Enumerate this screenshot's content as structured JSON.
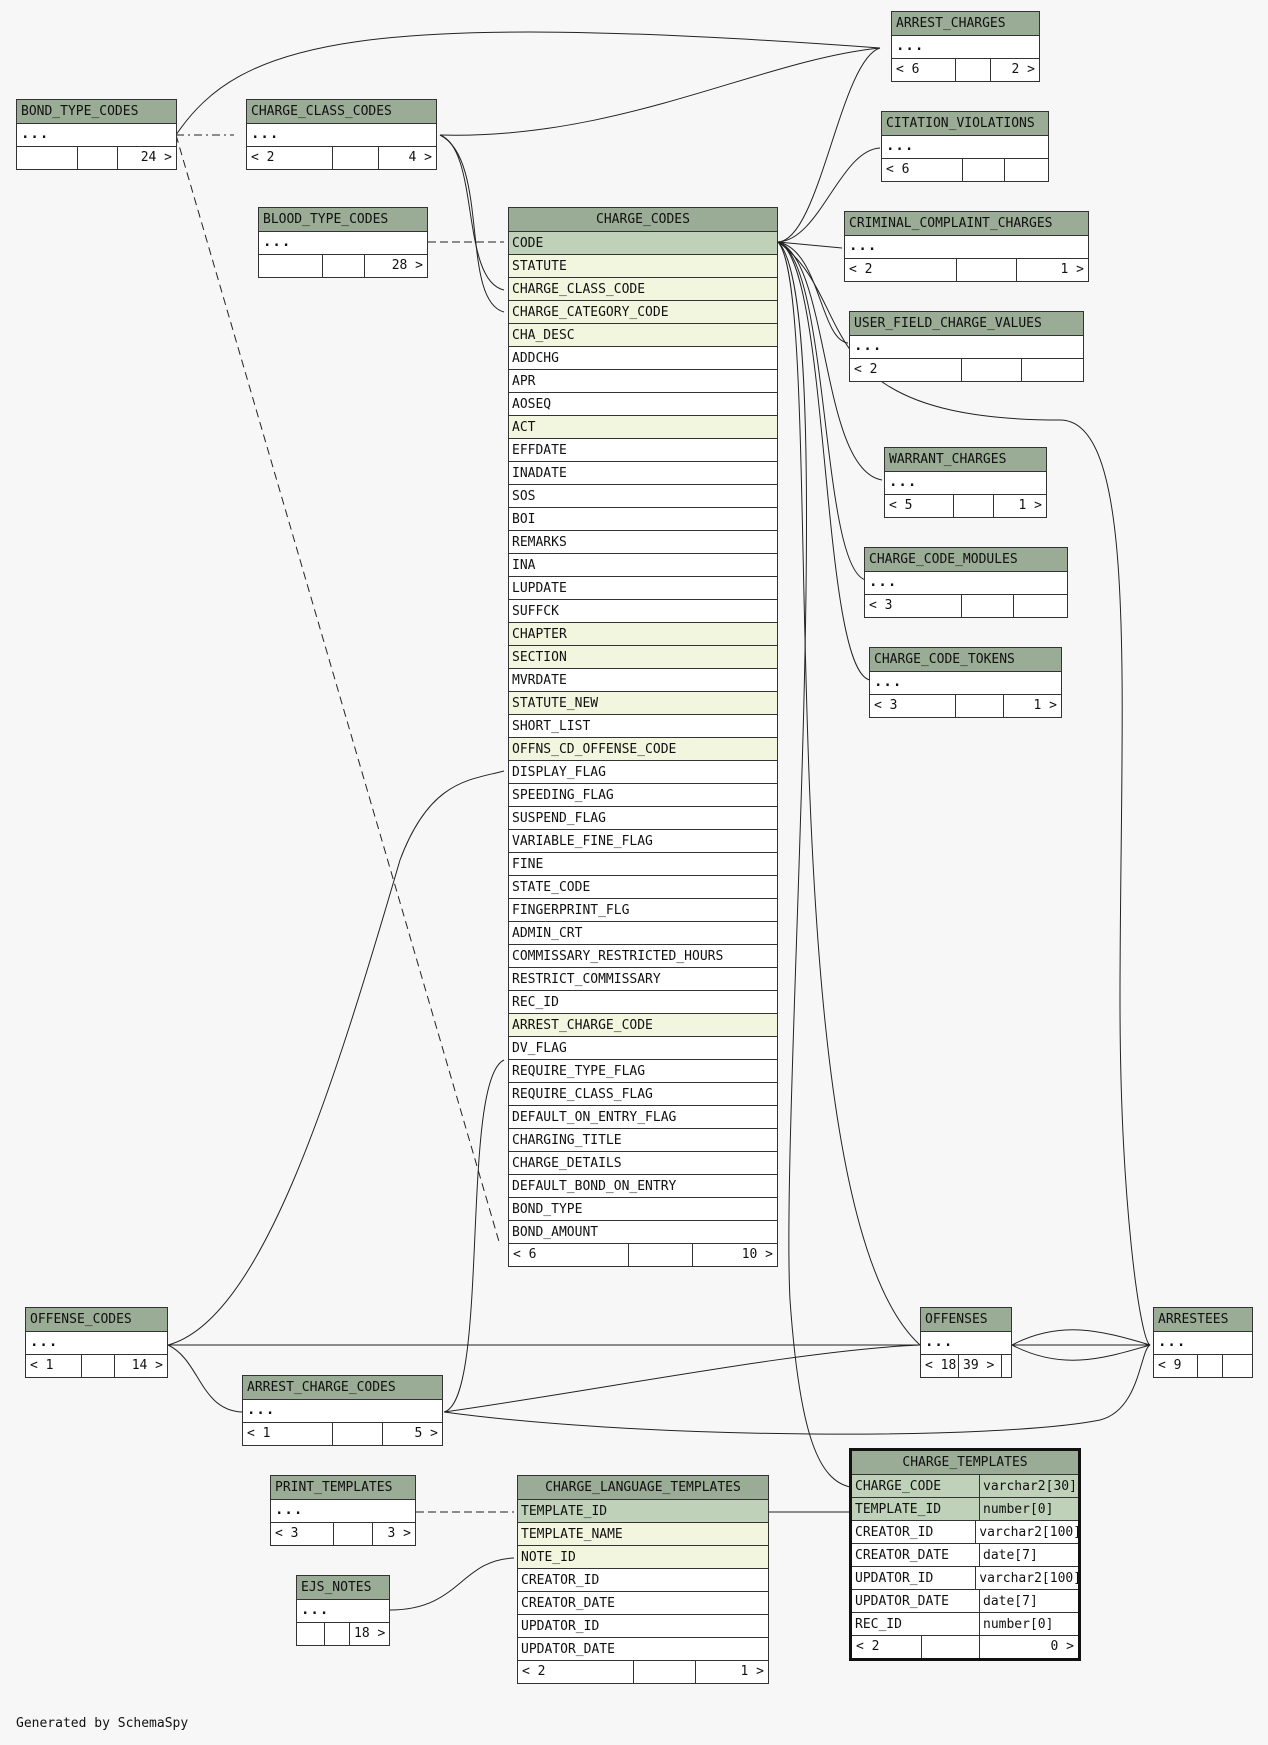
{
  "tables": {
    "arrest_charges": {
      "name": "ARREST_CHARGES",
      "placeholder": "...",
      "parents": "< 6",
      "mid": "",
      "children": "2 >"
    },
    "citation_violations": {
      "name": "CITATION_VIOLATIONS",
      "placeholder": "...",
      "parents": "< 6",
      "mid": "",
      "children": ""
    },
    "criminal_complaint_charges": {
      "name": "CRIMINAL_COMPLAINT_CHARGES",
      "placeholder": "...",
      "parents": "< 2",
      "mid": "",
      "children": "1 >"
    },
    "user_field_charge_values": {
      "name": "USER_FIELD_CHARGE_VALUES",
      "placeholder": "...",
      "parents": "< 2",
      "mid": "",
      "children": ""
    },
    "warrant_charges": {
      "name": "WARRANT_CHARGES",
      "placeholder": "...",
      "parents": "< 5",
      "mid": "",
      "children": "1 >"
    },
    "charge_code_modules": {
      "name": "CHARGE_CODE_MODULES",
      "placeholder": "...",
      "parents": "< 3",
      "mid": "",
      "children": ""
    },
    "charge_code_tokens": {
      "name": "CHARGE_CODE_TOKENS",
      "placeholder": "...",
      "parents": "< 3",
      "mid": "",
      "children": "1 >"
    },
    "bond_type_codes": {
      "name": "BOND_TYPE_CODES",
      "placeholder": "...",
      "parents": "",
      "mid": "",
      "children": "24 >"
    },
    "charge_class_codes": {
      "name": "CHARGE_CLASS_CODES",
      "placeholder": "...",
      "parents": "< 2",
      "mid": "",
      "children": "4 >"
    },
    "blood_type_codes": {
      "name": "BLOOD_TYPE_CODES",
      "placeholder": "...",
      "parents": "",
      "mid": "",
      "children": "28 >"
    },
    "offense_codes": {
      "name": "OFFENSE_CODES",
      "placeholder": "...",
      "parents": "< 1",
      "mid": "",
      "children": "14 >"
    },
    "arrest_charge_codes": {
      "name": "ARREST_CHARGE_CODES",
      "placeholder": "...",
      "parents": "< 1",
      "mid": "",
      "children": "5 >"
    },
    "offenses": {
      "name": "OFFENSES",
      "placeholder": "...",
      "parents": "< 18",
      "mid": "39 >",
      "children": ""
    },
    "arrestees": {
      "name": "ARRESTEES",
      "placeholder": "...",
      "parents": "< 9",
      "mid": "",
      "children": ""
    },
    "print_templates": {
      "name": "PRINT_TEMPLATES",
      "placeholder": "...",
      "parents": "< 3",
      "mid": "",
      "children": "3 >"
    },
    "ejs_notes": {
      "name": "EJS_NOTES",
      "placeholder": "...",
      "parents": "",
      "mid": "",
      "children": "18 >"
    }
  },
  "charge_codes": {
    "name": "CHARGE_CODES",
    "columns": [
      {
        "name": "CODE",
        "kind": "pk"
      },
      {
        "name": "STATUTE",
        "kind": "fk"
      },
      {
        "name": "CHARGE_CLASS_CODE",
        "kind": "fk"
      },
      {
        "name": "CHARGE_CATEGORY_CODE",
        "kind": "fk"
      },
      {
        "name": "CHA_DESC",
        "kind": "fk"
      },
      {
        "name": "ADDCHG",
        "kind": ""
      },
      {
        "name": "APR",
        "kind": ""
      },
      {
        "name": "AOSEQ",
        "kind": ""
      },
      {
        "name": "ACT",
        "kind": "fk"
      },
      {
        "name": "EFFDATE",
        "kind": ""
      },
      {
        "name": "INADATE",
        "kind": ""
      },
      {
        "name": "SOS",
        "kind": ""
      },
      {
        "name": "BOI",
        "kind": ""
      },
      {
        "name": "REMARKS",
        "kind": ""
      },
      {
        "name": "INA",
        "kind": ""
      },
      {
        "name": "LUPDATE",
        "kind": ""
      },
      {
        "name": "SUFFCK",
        "kind": ""
      },
      {
        "name": "CHAPTER",
        "kind": "fk"
      },
      {
        "name": "SECTION",
        "kind": "fk"
      },
      {
        "name": "MVRDATE",
        "kind": ""
      },
      {
        "name": "STATUTE_NEW",
        "kind": "fk"
      },
      {
        "name": "SHORT_LIST",
        "kind": ""
      },
      {
        "name": "OFFNS_CD_OFFENSE_CODE",
        "kind": "fk"
      },
      {
        "name": "DISPLAY_FLAG",
        "kind": ""
      },
      {
        "name": "SPEEDING_FLAG",
        "kind": ""
      },
      {
        "name": "SUSPEND_FLAG",
        "kind": ""
      },
      {
        "name": "VARIABLE_FINE_FLAG",
        "kind": ""
      },
      {
        "name": "FINE",
        "kind": ""
      },
      {
        "name": "STATE_CODE",
        "kind": ""
      },
      {
        "name": "FINGERPRINT_FLG",
        "kind": ""
      },
      {
        "name": "ADMIN_CRT",
        "kind": ""
      },
      {
        "name": "COMMISSARY_RESTRICTED_HOURS",
        "kind": ""
      },
      {
        "name": "RESTRICT_COMMISSARY",
        "kind": ""
      },
      {
        "name": "REC_ID",
        "kind": ""
      },
      {
        "name": "ARREST_CHARGE_CODE",
        "kind": "fk"
      },
      {
        "name": "DV_FLAG",
        "kind": ""
      },
      {
        "name": "REQUIRE_TYPE_FLAG",
        "kind": ""
      },
      {
        "name": "REQUIRE_CLASS_FLAG",
        "kind": ""
      },
      {
        "name": "DEFAULT_ON_ENTRY_FLAG",
        "kind": ""
      },
      {
        "name": "CHARGING_TITLE",
        "kind": ""
      },
      {
        "name": "CHARGE_DETAILS",
        "kind": ""
      },
      {
        "name": "DEFAULT_BOND_ON_ENTRY",
        "kind": ""
      },
      {
        "name": "BOND_TYPE",
        "kind": ""
      },
      {
        "name": "BOND_AMOUNT",
        "kind": ""
      }
    ],
    "parents": "< 6",
    "mid": "",
    "children": "10 >"
  },
  "charge_language_templates": {
    "name": "CHARGE_LANGUAGE_TEMPLATES",
    "columns": [
      {
        "name": "TEMPLATE_ID",
        "kind": "pk"
      },
      {
        "name": "TEMPLATE_NAME",
        "kind": "fk"
      },
      {
        "name": "NOTE_ID",
        "kind": "fk"
      },
      {
        "name": "CREATOR_ID",
        "kind": ""
      },
      {
        "name": "CREATOR_DATE",
        "kind": ""
      },
      {
        "name": "UPDATOR_ID",
        "kind": ""
      },
      {
        "name": "UPDATOR_DATE",
        "kind": ""
      }
    ],
    "parents": "< 2",
    "mid": "",
    "children": "1 >"
  },
  "charge_templates": {
    "name": "CHARGE_TEMPLATES",
    "columns": [
      {
        "name": "CHARGE_CODE",
        "type": "varchar2[30]",
        "kind": "pk"
      },
      {
        "name": "TEMPLATE_ID",
        "type": "number[0]",
        "kind": "pk"
      },
      {
        "name": "CREATOR_ID",
        "type": "varchar2[100]",
        "kind": ""
      },
      {
        "name": "CREATOR_DATE",
        "type": "date[7]",
        "kind": ""
      },
      {
        "name": "UPDATOR_ID",
        "type": "varchar2[100]",
        "kind": ""
      },
      {
        "name": "UPDATOR_DATE",
        "type": "date[7]",
        "kind": ""
      },
      {
        "name": "REC_ID",
        "type": "number[0]",
        "kind": ""
      }
    ],
    "parents": "< 2",
    "mid": "",
    "children": "0 >"
  },
  "footer": "Generated by SchemaSpy",
  "colors": {
    "header": "#9aab96",
    "pk": "#bfd1b9",
    "fk": "#f3f6df",
    "background": "#f7f7f7"
  }
}
